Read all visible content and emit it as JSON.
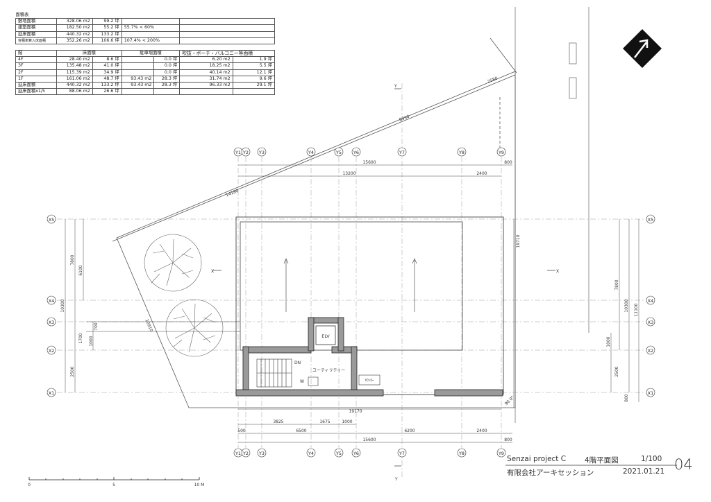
{
  "area_table": {
    "title": "面積表",
    "summary": [
      {
        "label": "敷地面積",
        "m2": "328.06 m2",
        "tsubo": "99.2 坪",
        "ratio": ""
      },
      {
        "label": "建築面積",
        "m2": "182.50 m2",
        "tsubo": "55.2 坪",
        "ratio": "55.7% < 60%"
      },
      {
        "label": "延床面積",
        "m2": "440.32 m2",
        "tsubo": "133.2 坪",
        "ratio": ""
      },
      {
        "label": "容積率算入床面積",
        "m2": "352.26 m2",
        "tsubo": "106.6 坪",
        "ratio": "107.4% < 200%"
      }
    ],
    "headers": {
      "floor": "階",
      "floor_area": "床面積",
      "parking": "駐車場面積",
      "void": "吹抜・ポーチ・バルコニー等面積"
    },
    "floors": [
      {
        "floor": "4F",
        "m2": "28.40 m2",
        "tsubo": "8.6 坪",
        "park_m2": "",
        "park_tsubo": "0.0 坪",
        "void_m2": "6.20 m2",
        "void_tsubo": "1.9 坪"
      },
      {
        "floor": "3F",
        "m2": "135.48 m2",
        "tsubo": "41.0 坪",
        "park_m2": "",
        "park_tsubo": "0.0 坪",
        "void_m2": "18.25 m2",
        "void_tsubo": "5.5 坪"
      },
      {
        "floor": "2F",
        "m2": "115.39 m2",
        "tsubo": "34.9 坪",
        "park_m2": "",
        "park_tsubo": "0.0 坪",
        "void_m2": "40.14 m2",
        "void_tsubo": "12.1 坪"
      },
      {
        "floor": "1F",
        "m2": "161.06 m2",
        "tsubo": "48.7 坪",
        "park_m2": "93.43 m2",
        "park_tsubo": "28.3 坪",
        "void_m2": "31.74 m2",
        "void_tsubo": "9.6 坪"
      },
      {
        "floor": "延床面積",
        "m2": "440.32 m2",
        "tsubo": "133.2 坪",
        "park_m2": "93.43 m2",
        "park_tsubo": "28.3 坪",
        "void_m2": "96.33 m2",
        "void_tsubo": "29.1 坪"
      },
      {
        "floor": "延床面積x1/5",
        "m2": "88.06 m2",
        "tsubo": "26.6 坪",
        "park_m2": "",
        "park_tsubo": "",
        "void_m2": "",
        "void_tsubo": ""
      }
    ]
  },
  "grid_x_labels": [
    "Y1",
    "Y2",
    "Y3",
    "Y4",
    "Y5",
    "Y6",
    "Y7",
    "Y8",
    "Y9"
  ],
  "grid_y_labels": [
    "X5",
    "X4",
    "X3",
    "X2",
    "X1"
  ],
  "section_marks": {
    "x": "X",
    "y": "Y"
  },
  "dims_top": {
    "overall": "15600",
    "sub": "13200",
    "right": "2400",
    "overhang": "800"
  },
  "dims_bottom": {
    "row1": [
      "3825",
      "1675",
      "1000"
    ],
    "row2": [
      "500",
      "6500",
      "6200",
      "2400"
    ],
    "overall": "15600",
    "overhang": "800",
    "inner": "19170"
  },
  "dims_left": {
    "a": "6100",
    "b": "7800",
    "c": "10300",
    "d": "700",
    "e": "1700",
    "f": "1000",
    "g": "2500"
  },
  "dims_right": {
    "a": "7800",
    "b": "10300",
    "c": "11100",
    "d": "1000",
    "e": "2500",
    "f": "800",
    "g": "19710"
  },
  "site_dims": {
    "d1": "14180",
    "d2": "8930",
    "d3": "2580",
    "d4": "10910",
    "angle": "90.0°"
  },
  "room_labels": {
    "elv": "ELV",
    "dn": "DN",
    "w": "W",
    "utility": "ユーティリティー",
    "ps": "ｶｳﾝﾀｰ"
  },
  "scale_bar": {
    "t0": "0",
    "t5": "5",
    "t10": "10 M"
  },
  "title_block": {
    "project": "Senzai project C",
    "drawing": "4階平面図",
    "scale": "1/100",
    "sheet": "04",
    "company": "有限会社アーキセッション",
    "date": "2021.01.21"
  }
}
